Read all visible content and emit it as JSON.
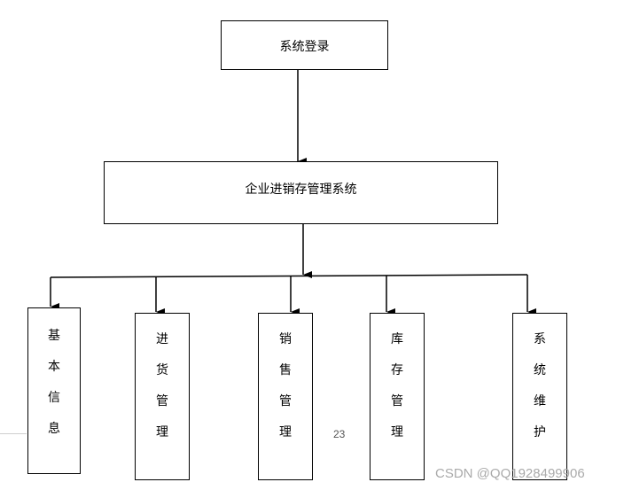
{
  "top_node": {
    "label": "系统登录"
  },
  "main_node": {
    "label": "企业进销存管理系统"
  },
  "modules": [
    {
      "id": "basic-info",
      "chars": [
        "基",
        "本",
        "信",
        "息"
      ]
    },
    {
      "id": "purchase",
      "chars": [
        "进",
        "货",
        "管",
        "理"
      ]
    },
    {
      "id": "sales",
      "chars": [
        "销",
        "售",
        "管",
        "理"
      ]
    },
    {
      "id": "inventory",
      "chars": [
        "库",
        "存",
        "管",
        "理"
      ]
    },
    {
      "id": "maintenance",
      "chars": [
        "系",
        "统",
        "维",
        "护"
      ]
    }
  ],
  "page_number": "23",
  "watermark": "CSDN @QQ1928499906"
}
